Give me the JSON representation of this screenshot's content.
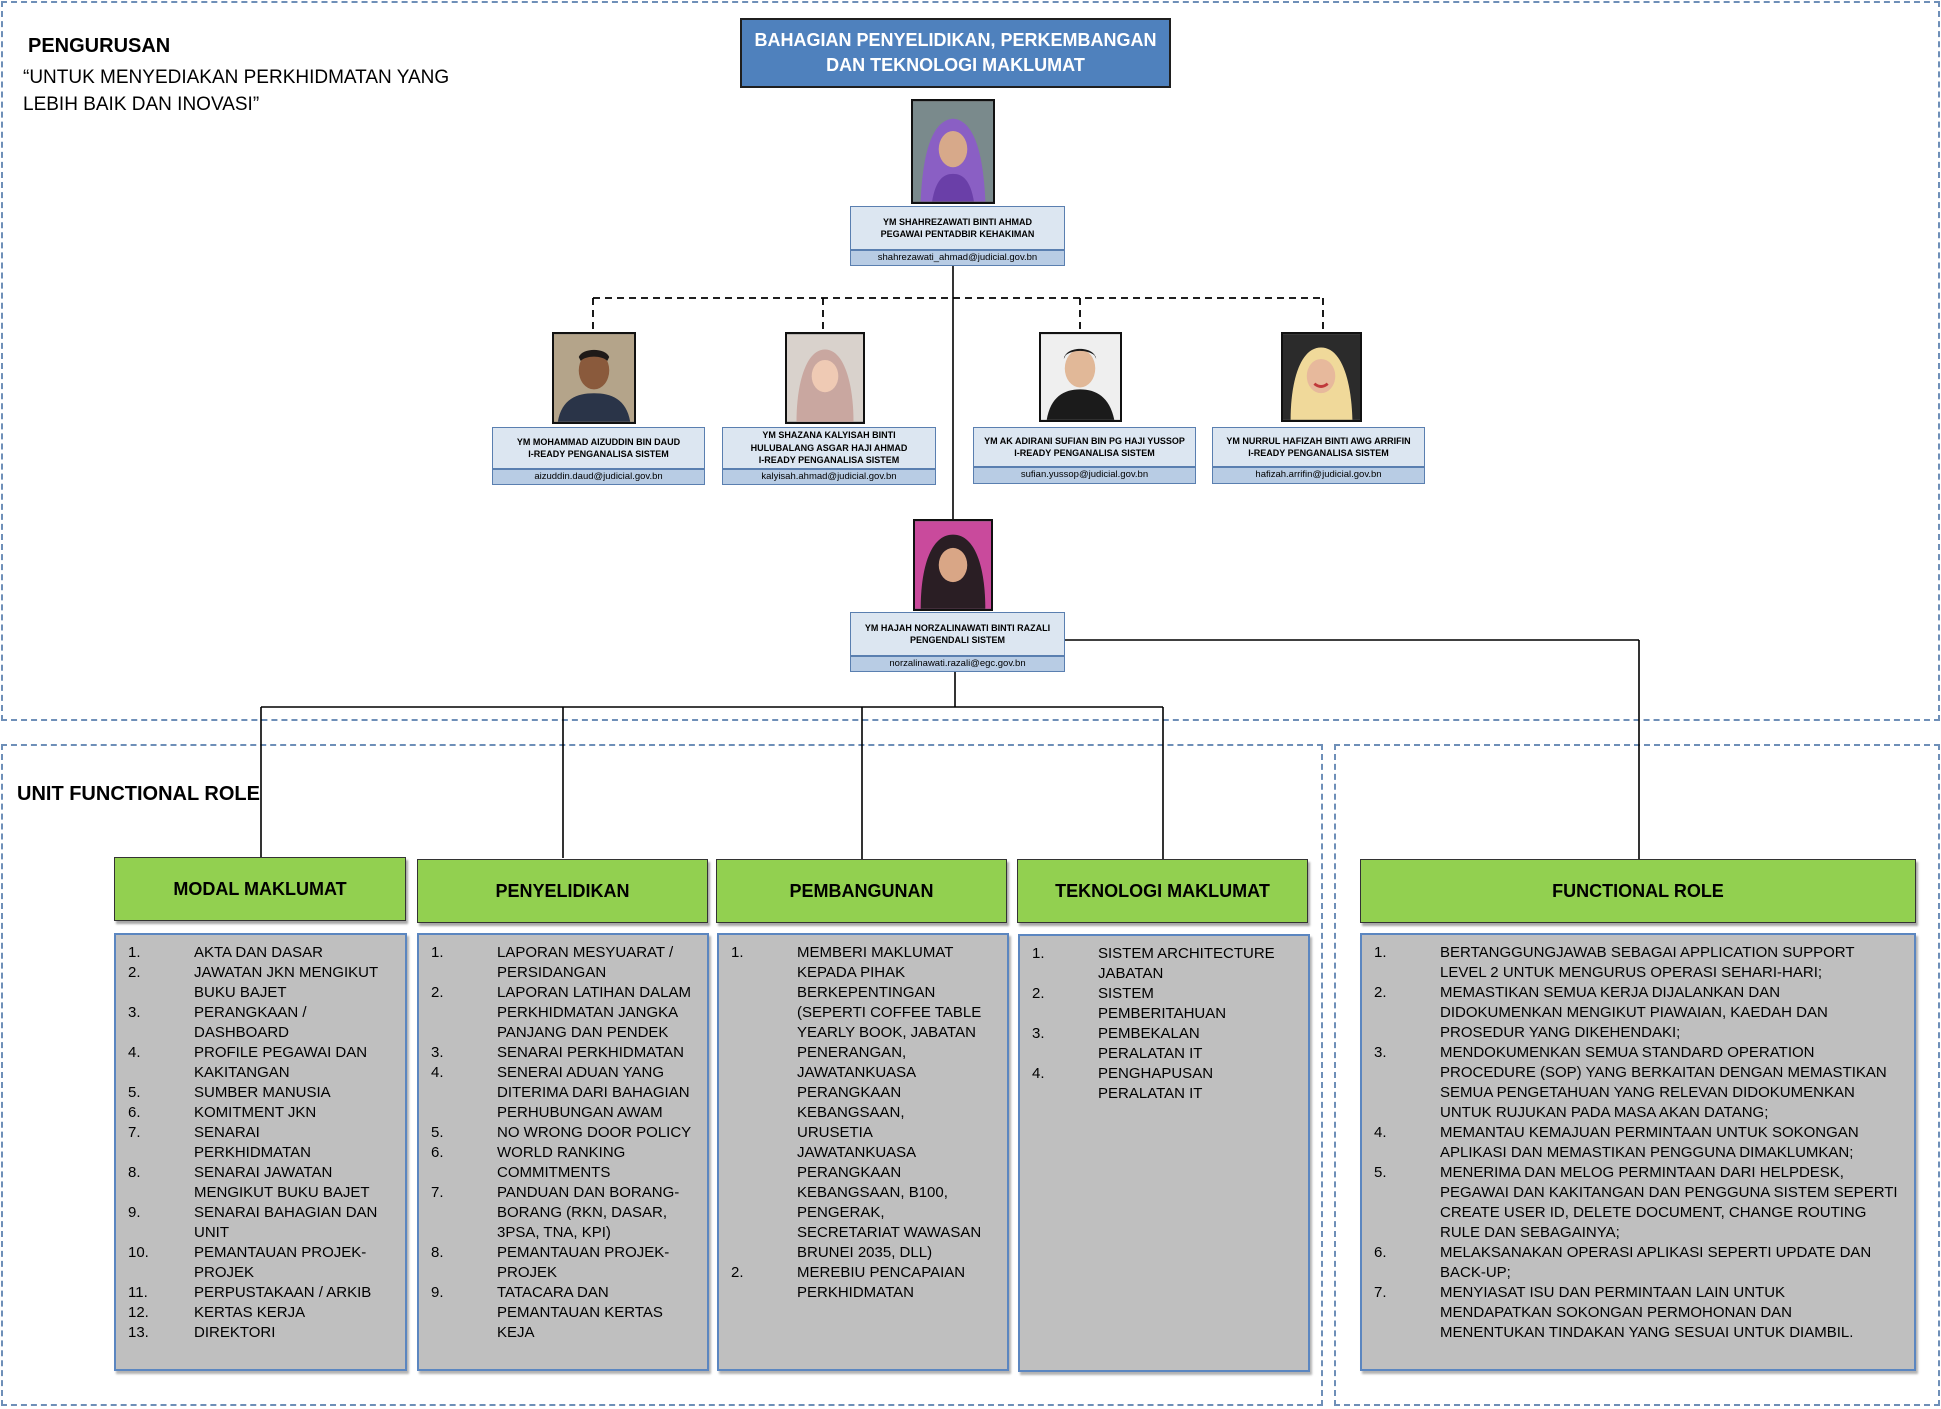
{
  "header": {
    "section_label": "PENGURUSAN",
    "motto_line1": "“UNTUK MENYEDIAKAN PERKHIDMATAN YANG",
    "motto_line2": "LEBIH BAIK DAN INOVASI”",
    "title_line1": "BAHAGIAN PENYELIDIKAN, PERKEMBANGAN",
    "title_line2": "DAN TEKNOLOGI MAKLUMAT"
  },
  "head": {
    "name": "YM SHAHREZAWATI BINTI AHMAD",
    "role": "PEGAWAI PENTADBIR KEHAKIMAN",
    "email": "shahrezawati_ahmad@judicial.gov.bn"
  },
  "analysts": [
    {
      "lines": [
        "YM MOHAMMAD AIZUDDIN BIN DAUD",
        "I-READY PENGANALISA SISTEM"
      ],
      "email": "aizuddin.daud@judicial.gov.bn"
    },
    {
      "lines": [
        "YM SHAZANA KALYISAH BINTI",
        "HULUBALANG ASGAR HAJI AHMAD",
        "I-READY PENGANALISA SISTEM"
      ],
      "email": "kalyisah.ahmad@judicial.gov.bn"
    },
    {
      "lines": [
        "YM AK ADIRANI SUFIAN BIN PG HAJI YUSSOP",
        "I-READY PENGANALISA SISTEM"
      ],
      "email": "sufian.yussop@judicial.gov.bn"
    },
    {
      "lines": [
        "YM NURRUL HAFIZAH BINTI AWG ARRIFIN",
        "I-READY PENGANALISA SISTEM"
      ],
      "email": "hafizah.arrifin@judicial.gov.bn"
    }
  ],
  "manager": {
    "name": "YM HAJAH NORZALINAWATI BINTI RAZALI",
    "role": "PENGENDALI SISTEM",
    "email": "norzalinawati.razali@egc.gov.bn"
  },
  "unit_section_label": "UNIT FUNCTIONAL ROLE",
  "units": [
    {
      "title": "MODAL MAKLUMAT",
      "items": [
        "AKTA DAN DASAR",
        "JAWATAN JKN MENGIKUT BUKU BAJET",
        "PERANGKAAN / DASHBOARD",
        "PROFILE PEGAWAI DAN KAKITANGAN",
        "SUMBER MANUSIA",
        "KOMITMENT JKN",
        "SENARAI PERKHIDMATAN",
        "SENARAI JAWATAN MENGIKUT BUKU BAJET",
        "SENARAI BAHAGIAN DAN UNIT",
        "PEMANTAUAN PROJEK-PROJEK",
        "PERPUSTAKAAN / ARKIB",
        "KERTAS KERJA",
        "DIREKTORI"
      ]
    },
    {
      "title": "PENYELIDIKAN",
      "items": [
        "LAPORAN MESYUARAT / PERSIDANGAN",
        "LAPORAN LATIHAN DALAM PERKHIDMATAN JANGKA PANJANG DAN PENDEK",
        "SENARAI PERKHIDMATAN",
        "SENERAI ADUAN YANG DITERIMA DARI BAHAGIAN PERHUBUNGAN AWAM",
        "NO WRONG DOOR POLICY",
        "WORLD RANKING COMMITMENTS",
        "PANDUAN DAN BORANG-BORANG (RKN, DASAR, 3PSA, TNA, KPI)",
        "PEMANTAUAN PROJEK-PROJEK",
        "TATACARA DAN PEMANTAUAN KERTAS KEJA"
      ]
    },
    {
      "title": "PEMBANGUNAN",
      "items": [
        "MEMBERI MAKLUMAT KEPADA PIHAK BERKEPENTINGAN (SEPERTI COFFEE TABLE YEARLY BOOK, JABATAN PENERANGAN, JAWATANKUASA PERANGKAAN KEBANGSAAN, URUSETIA JAWATANKUASA PERANGKAAN KEBANGSAAN, B100, PENGERAK, SECRETARIAT WAWASAN BRUNEI 2035, DLL)",
        "MEREBIU PENCAPAIAN PERKHIDMATAN"
      ]
    },
    {
      "title": "TEKNOLOGI MAKLUMAT",
      "items": [
        "SISTEM ARCHITECTURE JABATAN",
        "SISTEM PEMBERITAHUAN",
        "PEMBEKALAN PERALATAN IT",
        "PENGHAPUSAN PERALATAN IT"
      ]
    },
    {
      "title": "FUNCTIONAL ROLE",
      "items": [
        "BERTANGGUNGJAWAB SEBAGAI APPLICATION SUPPORT LEVEL 2 UNTUK MENGURUS OPERASI SEHARI-HARI;",
        "MEMASTIKAN SEMUA KERJA DIJALANKAN DAN DIDOKUMENKAN MENGIKUT PIAWAIAN, KAEDAH DAN PROSEDUR YANG DIKEHENDAKI;",
        "MENDOKUMENKAN SEMUA STANDARD OPERATION PROCEDURE (SOP) YANG BERKAITAN DENGAN MEMASTIKAN SEMUA PENGETAHUAN YANG RELEVAN DIDOKUMENKAN UNTUK RUJUKAN PADA MASA AKAN DATANG;",
        "MEMANTAU KEMAJUAN PERMINTAAN UNTUK SOKONGAN APLIKASI DAN MEMASTIKAN PENGGUNA DIMAKLUMKAN;",
        "MENERIMA DAN MELOG PERMINTAAN DARI HELPDESK, PEGAWAI DAN KAKITANGAN DAN PENGGUNA SISTEM SEPERTI CREATE USER ID, DELETE DOCUMENT, CHANGE ROUTING RULE DAN SEBAGAINYA;",
        "MELAKSANAKAN OPERASI APLIKASI SEPERTI UPDATE DAN BACK-UP;",
        "MENYIASAT ISU DAN PERMINTAAN LAIN UNTUK MENDAPATKAN SOKONGAN PERMOHONAN DAN MENENTUKAN TINDAKAN YANG SESUAI UNTUK DIAMBIL."
      ]
    }
  ]
}
